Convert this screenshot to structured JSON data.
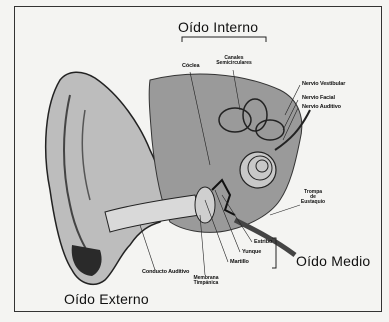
{
  "labels": {
    "oido_interno": "Oído Interno",
    "oido_medio": "Oído Medio",
    "oido_externo": "Oído Externo",
    "coclea": "Cóclea",
    "canales_line1": "Canales",
    "canales_line2": "Semicirculares",
    "nervio_vestibular": "Nervio Vestibular",
    "nervio_facial": "Nervio Facial",
    "nervio_auditivo": "Nervio Auditivo",
    "trompa_line1": "Trompa",
    "trompa_line2": "de",
    "trompa_line3": "Eustaquio",
    "estribo": "Estribo",
    "yunque": "Yunque",
    "martillo": "Martillo",
    "conducto_auditivo": "Conducto Auditivo",
    "membrana_line1": "Membrana",
    "membrana_line2": "Timpánica"
  }
}
